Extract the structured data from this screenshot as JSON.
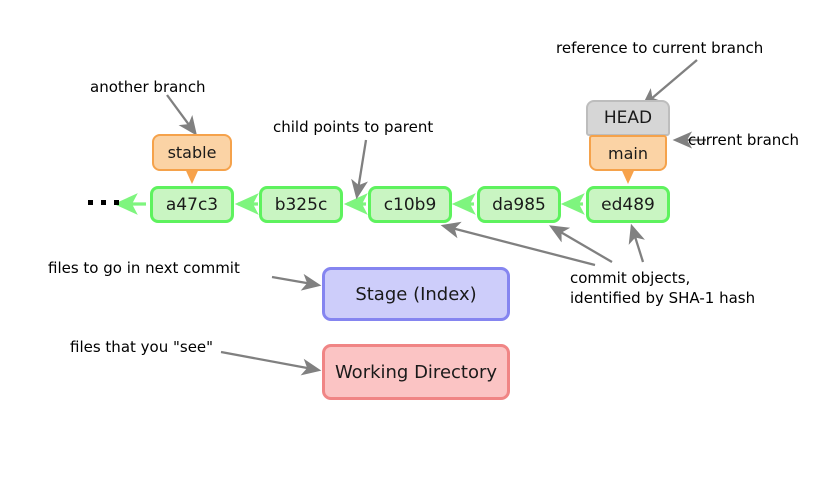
{
  "diagram": {
    "title": "Git object model diagram",
    "colors": {
      "commit_fill": "#c9f5c2",
      "commit_border": "#5ef25e",
      "branch_fill": "#fbd3a5",
      "branch_border": "#f5a24b",
      "head_fill": "#d6d6d6",
      "head_border": "#bdbdbd",
      "stage_fill": "#cdcdfa",
      "stage_border": "#8585f0",
      "working_fill": "#fbc4c4",
      "working_border": "#f08585",
      "arrow_gray": "#808080",
      "arrow_green": "#7ef57e",
      "arrow_orange": "#f7a24b",
      "text": "#000000"
    },
    "commits": [
      {
        "label": "a47c3"
      },
      {
        "label": "b325c"
      },
      {
        "label": "c10b9"
      },
      {
        "label": "da985"
      },
      {
        "label": "ed489"
      }
    ],
    "ellipsis": "...",
    "branches": {
      "stable": "stable",
      "main": "main",
      "head": "HEAD"
    },
    "areas": {
      "stage": "Stage (Index)",
      "working_directory": "Working Directory"
    },
    "annotations": {
      "another_branch": "another branch",
      "child_points_to_parent": "child points to parent",
      "reference_to_current_branch": "reference to current branch",
      "current_branch": "current branch",
      "commit_objects_line1": "commit objects,",
      "commit_objects_line2": "identified by SHA-1 hash",
      "files_next_commit": "files to go in next commit",
      "files_you_see": "files that you \"see\""
    }
  }
}
